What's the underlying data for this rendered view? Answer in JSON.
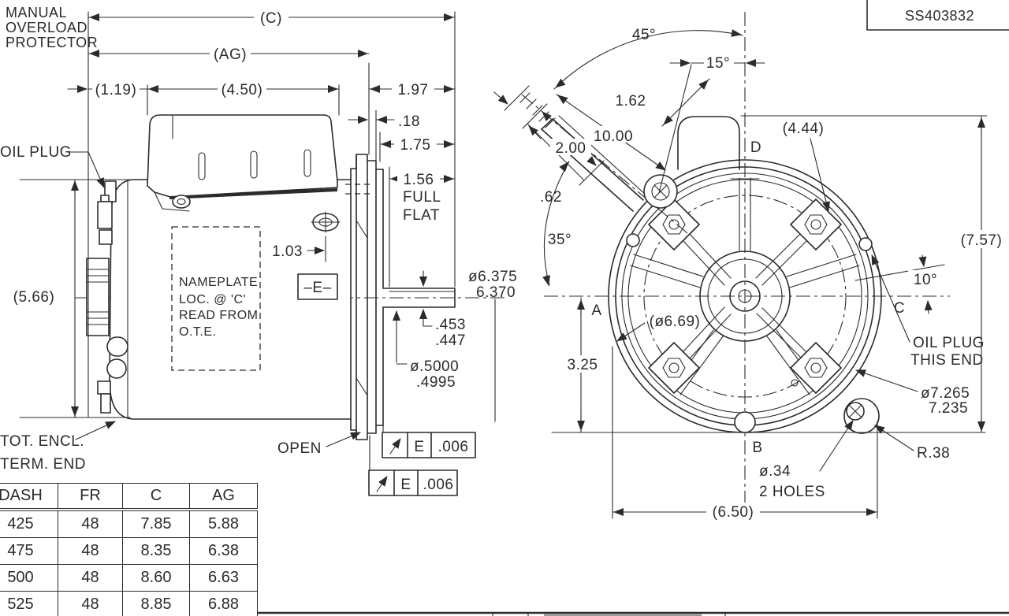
{
  "doc_number": "SS403832",
  "side_view": {
    "labels": {
      "manual_1": "MANUAL",
      "manual_2": "OVERLOAD",
      "manual_3": "PROTECTOR",
      "oil_plug": "OIL PLUG",
      "tot_encl": "TOT. ENCL.",
      "term_end": "TERM. END",
      "open": "OPEN",
      "nameplate_1": "NAMEPLATE",
      "nameplate_2": "LOC. @ 'C'",
      "nameplate_3": "READ FROM",
      "nameplate_4": "O.T.E.",
      "datum_e": "–E–"
    },
    "dims": {
      "overall_c": "(C)",
      "overall_ag": "(AG)",
      "offset": "(1.19)",
      "box_width": "(4.50)",
      "hub_197": "1.97",
      "gap_018": ".18",
      "shaft_175": "1.75",
      "flat_156": "1.56",
      "full": "FULL",
      "flat": "FLAT",
      "screw_103": "1.03",
      "height_566": "(5.66)",
      "rabbet_dia_max": "ø6.375",
      "rabbet_dia_min": "6.370",
      "flat_depth_max": ".453",
      "flat_depth_min": ".447",
      "shaft_dia_max": "ø.5000",
      "shaft_dia_min": ".4995"
    },
    "feature_controls": [
      {
        "datum": "E",
        "tolerance": ".006"
      },
      {
        "datum": "E",
        "tolerance": ".006"
      }
    ]
  },
  "end_view": {
    "labels": {
      "point_a": "A",
      "point_b": "B",
      "point_c": "C",
      "point_d": "D",
      "oil_plug_1": "OIL PLUG",
      "oil_plug_2": "THIS END",
      "holes_qty": "2 HOLES"
    },
    "dims": {
      "angle_45": "45°",
      "angle_15": "15°",
      "lead_162": "1.62",
      "lead_length": "10.00",
      "lead_200": "2.00",
      "lead_62": ".62",
      "angle_35": "35°",
      "radius_444": "(4.44)",
      "height_757": "(7.57)",
      "angle_10": "10°",
      "base_325": "3.25",
      "width_650": "(6.50)",
      "shell_dia": "(ø6.69)",
      "bc_dia_max": "ø7.265",
      "bc_dia_min": "7.235",
      "radius_38": "R.38",
      "hole_dia": "ø.34"
    }
  },
  "table": {
    "headers": [
      "DASH",
      "FR",
      "C",
      "AG"
    ],
    "rows": [
      [
        "425",
        "48",
        "7.85",
        "5.88"
      ],
      [
        "475",
        "48",
        "8.35",
        "6.38"
      ],
      [
        "500",
        "48",
        "8.60",
        "6.63"
      ],
      [
        "525",
        "48",
        "8.85",
        "6.88"
      ]
    ]
  }
}
